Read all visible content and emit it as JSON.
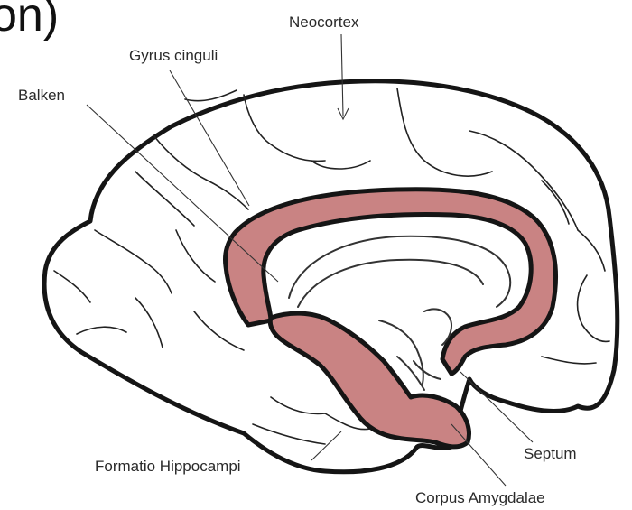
{
  "header": {
    "title_fragment": "on)"
  },
  "labels": {
    "neocortex": "Neocortex",
    "gyrus_cinguli": "Gyrus cinguli",
    "balken": "Balken",
    "formatio_hippocampi": "Formatio Hippocampi",
    "septum": "Septum",
    "corpus_amygdalae": "Corpus Amygdalae"
  },
  "colors": {
    "limbic_fill": "#c98383",
    "outline": "#151515",
    "background": "#ffffff"
  }
}
